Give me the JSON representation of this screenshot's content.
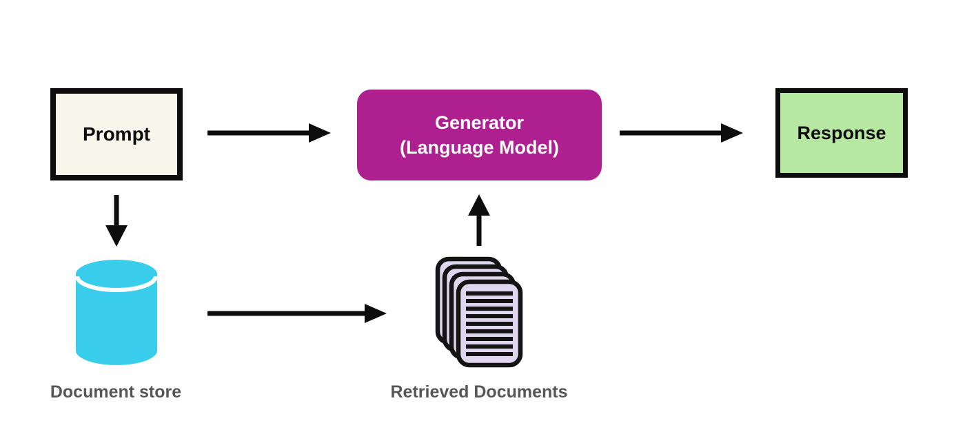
{
  "diagram": {
    "type": "flow-diagram",
    "background": "#ffffff",
    "arrow_color": "#0d0d0d",
    "nodes": {
      "prompt": {
        "label": "Prompt",
        "fill": "#f6f6eb",
        "border_color": "#0d0d0d",
        "text_color": "#0d0d0d",
        "shape": "rectangle"
      },
      "generator": {
        "line1": "Generator",
        "line2": "(Language Model)",
        "fill": "#ae208f",
        "text_color": "#ffffff",
        "shape": "rounded-rectangle"
      },
      "response": {
        "label": "Response",
        "fill": "#b7e8a1",
        "border_color": "#0d0d0d",
        "text_color": "#0d0d0d",
        "shape": "rectangle"
      },
      "document_store": {
        "label": "Document store",
        "icon": "database-cylinder-icon",
        "icon_color": "#38cdeb",
        "label_color": "#565656"
      },
      "retrieved_documents": {
        "label": "Retrieved Documents",
        "icon": "documents-stack-icon",
        "icon_fill": "#ded6ee",
        "icon_stroke": "#141414",
        "label_color": "#565656"
      }
    },
    "edges": [
      {
        "from": "prompt",
        "to": "generator",
        "direction": "right"
      },
      {
        "from": "generator",
        "to": "response",
        "direction": "right"
      },
      {
        "from": "prompt",
        "to": "document_store",
        "direction": "down"
      },
      {
        "from": "document_store",
        "to": "retrieved_documents",
        "direction": "right"
      },
      {
        "from": "retrieved_documents",
        "to": "generator",
        "direction": "up"
      }
    ]
  }
}
